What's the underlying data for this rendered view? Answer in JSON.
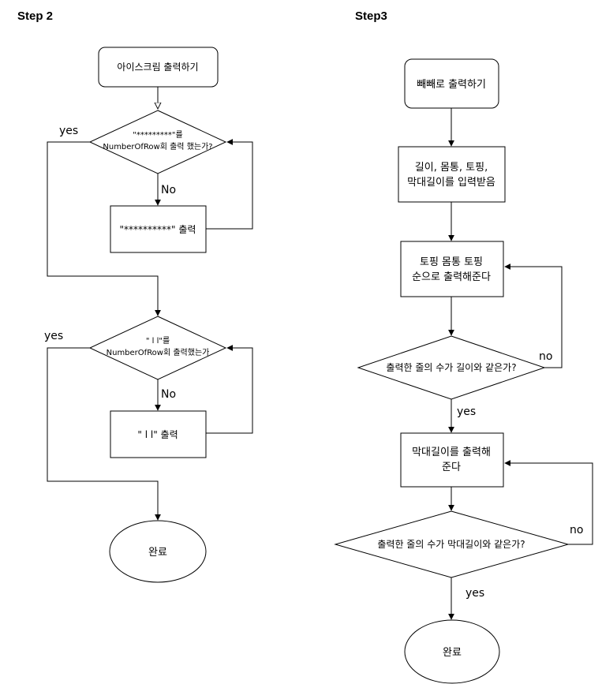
{
  "step2": {
    "title": "Step 2",
    "start": "아이스크림 출력하기",
    "cond1": [
      "\"*********\"를",
      "NumberOfRow회 출력 했는가?"
    ],
    "action1": "\"**********\" 출력",
    "cond2": [
      "\"    l l\"를",
      "NumberOfRow회 출력했는가"
    ],
    "action2": "\"    l l\" 출력",
    "end": "완료",
    "yes1": "yes",
    "no1": "No",
    "yes2": "yes",
    "no2": "No"
  },
  "step3": {
    "title": "Step3",
    "start": "빼빼로 출력하기",
    "input": [
      "길이, 몸통, 토핑,",
      "막대길이를 입력받음"
    ],
    "body": [
      "토핑 몸통 토핑",
      "순으로 출력해준다"
    ],
    "cond1": "출력한 줄의 수가 길이와 같은가?",
    "stick": [
      "막대길이를 출력해",
      "준다"
    ],
    "cond2": "출력한 줄의 수가 막대길이와 같은가?",
    "end": "완료",
    "no1": "no",
    "yes1": "yes",
    "no2": "no",
    "yes2": "yes"
  }
}
